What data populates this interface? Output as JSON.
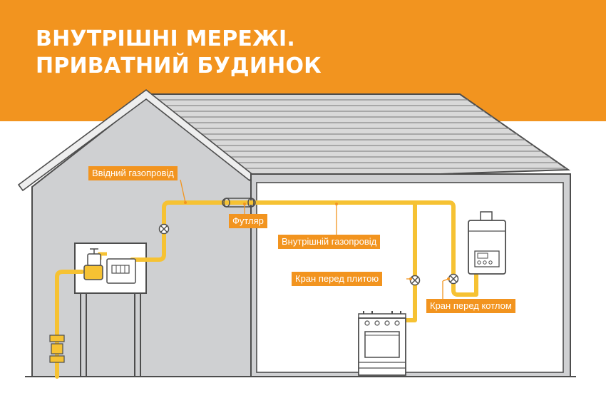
{
  "title": {
    "line1": "ВНУТРІШНІ МЕРЕЖІ.",
    "line2": "ПРИВАТНИЙ БУДИНОК"
  },
  "labels": {
    "inlet_pipe": "Ввідний газопровід",
    "sleeve": "Футляр",
    "internal_pipe": "Внутрішній газопровід",
    "stove_valve": "Кран перед плитою",
    "boiler_valve": "Кран перед котлом"
  },
  "colors": {
    "banner": "#f2941f",
    "gas_pipe": "#f6c233",
    "wall": "#cfd0d2",
    "outline": "#4d4d4d"
  }
}
